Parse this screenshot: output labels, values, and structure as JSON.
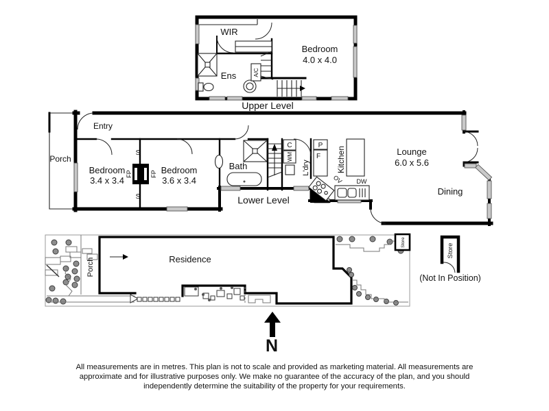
{
  "upper_plan": {
    "caption": "Upper Level",
    "wir_label": "WIR",
    "ens_label": "Ens",
    "ac_label": "A/C",
    "bedroom_label": "Bedroom",
    "bedroom_dims": "4.0 x 4.0"
  },
  "lower_plan": {
    "caption": "Lower Level",
    "entry_label": "Entry",
    "porch_label": "Porch",
    "bedroom1_label": "Bedroom",
    "bedroom1_dims": "3.4 x 3.4",
    "bedroom2_label": "Bedroom",
    "bedroom2_dims": "3.6 x 3.4",
    "bath_label": "Bath",
    "laundry_label": "L'dry",
    "kitchen_label": "Kitchen",
    "lounge_label": "Lounge",
    "lounge_dims": "6.0 x 5.6",
    "dining_label": "Dining",
    "storage_top": "S",
    "storage_bottom": "S",
    "fireplace_left": "FP",
    "fireplace_right": "FP",
    "cupboard_label": "C",
    "washing_machine_label": "WM",
    "pantry_label": "P",
    "fridge_label": "F",
    "oven_label": "OV",
    "dishwasher_label": "DW"
  },
  "site_plan": {
    "residence_label": "Residence",
    "porch_label": "Porch",
    "store_label": "Store"
  },
  "store_symbol": {
    "store_label": "Store",
    "note": "(Not In Position)"
  },
  "compass": {
    "north_label": "N"
  },
  "disclaimer": {
    "line1": "All measurements are in metres. This plan is not to scale and provided as marketing material. All measurements are",
    "line2": "approximate and for illustrative purposes only. We make no guarantee of the accuracy of the plan, and you should",
    "line3": "independently determine the suitability of the property for your requirements."
  }
}
